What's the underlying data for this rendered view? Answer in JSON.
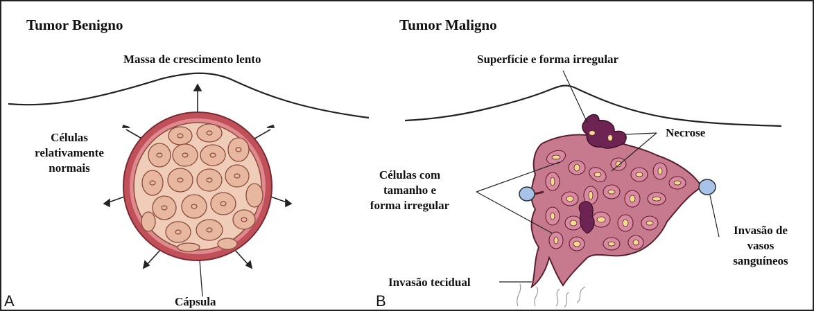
{
  "panels": {
    "benign": {
      "letter": "A",
      "title": "Tumor Benigno",
      "labels": {
        "growth": "Massa de crescimento lento",
        "cells_1": "Células",
        "cells_2": "relativamente",
        "cells_3": "normais",
        "capsule": "Cápsula"
      }
    },
    "malignant": {
      "letter": "B",
      "title": "Tumor Maligno",
      "labels": {
        "surface": "Superfície e forma irregular",
        "necrosis": "Necrose",
        "cells_1": "Células com",
        "cells_2": "tamanho e",
        "cells_3": "forma irregular",
        "vessels_1": "Invasão de",
        "vessels_2": "vasos",
        "vessels_3": "sanguíneos",
        "tissue": "Invasão tecidual"
      }
    }
  },
  "colors": {
    "capsule": "#c0505a",
    "capsule_rim": "#e08a90",
    "cell_fill": "#e7b79f",
    "cell_outline": "#8a4a3a",
    "malignant_cell": "#c77a8e",
    "malignant_nucleus": "#f3dc8e",
    "necrosis": "#6e2453",
    "vessel": "#a9c3e8"
  }
}
